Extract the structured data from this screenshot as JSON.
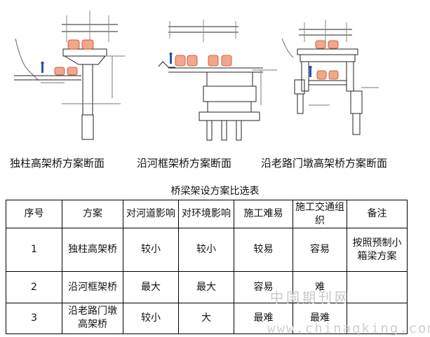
{
  "captions": {
    "fig1": "独柱高架桥方案断面",
    "fig2": "沿河框架桥方案断面",
    "fig3": "沿老路门墩高架桥方案断面"
  },
  "table": {
    "title": "桥梁架设方案比选表",
    "headers": [
      "序号",
      "方案",
      "对河道影响",
      "对环境影响",
      "施工难易",
      "施工交通组织",
      "备注"
    ],
    "rows": [
      [
        "1",
        "独柱高架桥",
        "较小",
        "较小",
        "较易",
        "容易",
        "按照预制小箱梁方案"
      ],
      [
        "2",
        "沿河框架桥",
        "最大",
        "最大",
        "容易",
        "难",
        ""
      ],
      [
        "3",
        "沿老路门墩高架桥",
        "较小",
        "大",
        "最难",
        "最难",
        ""
      ]
    ]
  },
  "watermark": {
    "line1": "中国期刊网",
    "line2": "www.chinaqking.com"
  },
  "colors": {
    "vehicle": "#e25a2a",
    "vehicle_light": "#f2a78c",
    "stroke": "#222222"
  }
}
